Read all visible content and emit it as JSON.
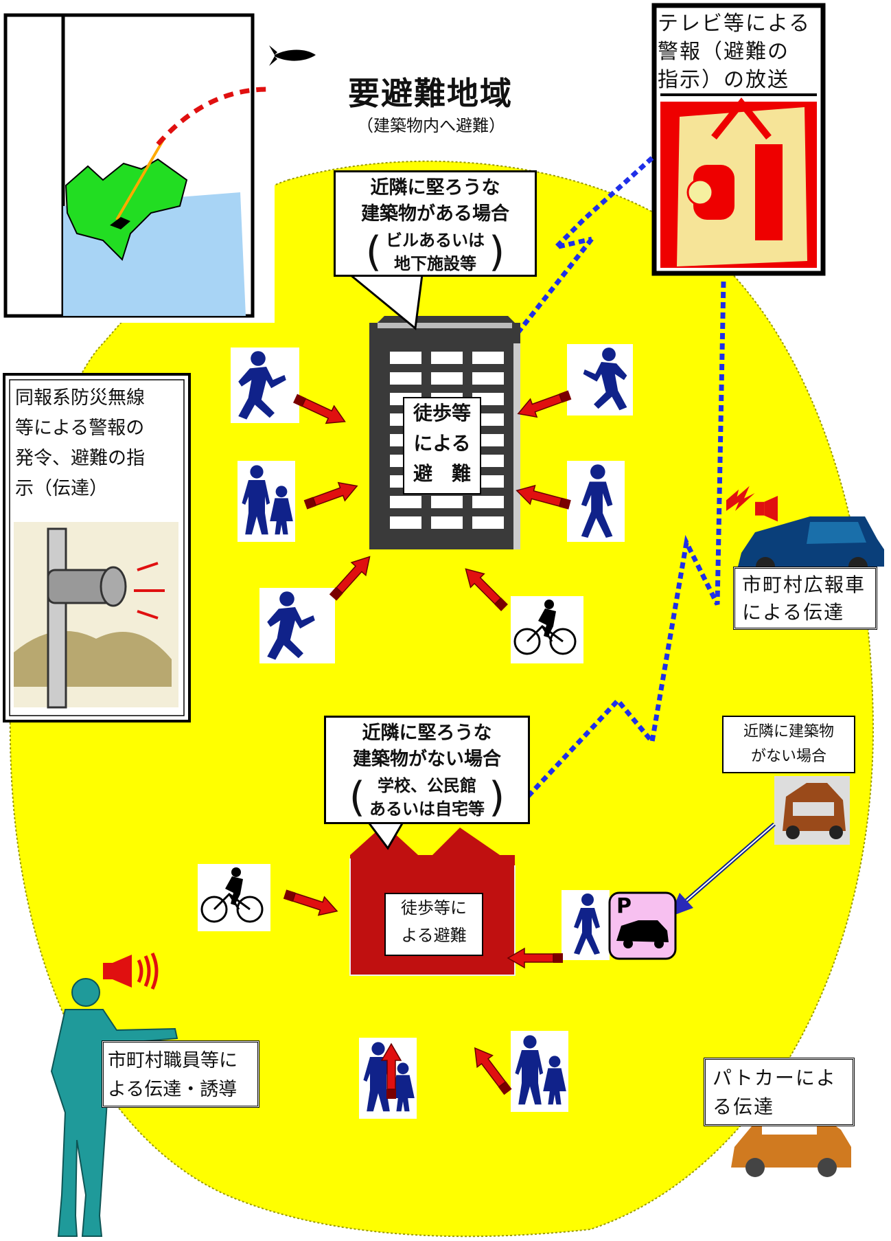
{
  "title": "要避難地域",
  "subtitle": "（建築物内へ避難）",
  "tv_broadcast": {
    "line1": "テレビ等による",
    "line2": "警報（避難の",
    "line3": "指示）の放送"
  },
  "radio_box": {
    "line1": "同報系防災無線",
    "line2": "等による警報の",
    "line3": "発令、避難の指",
    "line4": "示（伝達）"
  },
  "callout_sturdy": {
    "line1": "近隣に堅ろうな",
    "line2": "建築物がある場合",
    "paren1": "ビルあるいは",
    "paren2": "地下施設等"
  },
  "callout_none": {
    "line1": "近隣に堅ろうな",
    "line2": "建築物がない場合",
    "paren1": "学校、公民館",
    "paren2": "あるいは自宅等"
  },
  "building_label": {
    "line1": "徒歩等",
    "line2": "による",
    "line3": "避　難"
  },
  "house_label": {
    "line1": "徒歩等に",
    "line2": "よる避難"
  },
  "pr_car": {
    "line1": "市町村広報車",
    "line2": "による伝達"
  },
  "no_building_car": {
    "line1": "近隣に建築物",
    "line2": "がない場合"
  },
  "patrol_car": {
    "line1": "パトカーによ",
    "line2": "る伝達"
  },
  "staff": {
    "line1": "市町村職員等に",
    "line2": "よる伝達・誘導"
  },
  "parking_letter": "P",
  "colors": {
    "zone": "#ffff00",
    "arrow": "#e01010",
    "figure": "#10228a",
    "building": "#3a3a3a",
    "house": "#c01010",
    "tv_bg": "#ee0000",
    "dotted": "#1f2fe8",
    "land": "#22dd22",
    "sea": "#a8d4f5"
  },
  "icons": [
    "missile-icon",
    "tv-announcer-icon",
    "siren-speaker-icon",
    "runner-icon",
    "walker-icon",
    "family-icon",
    "cyclist-icon",
    "pr-car-icon",
    "patrol-car-icon",
    "parking-icon",
    "megaphone-icon",
    "staff-figure-icon"
  ]
}
